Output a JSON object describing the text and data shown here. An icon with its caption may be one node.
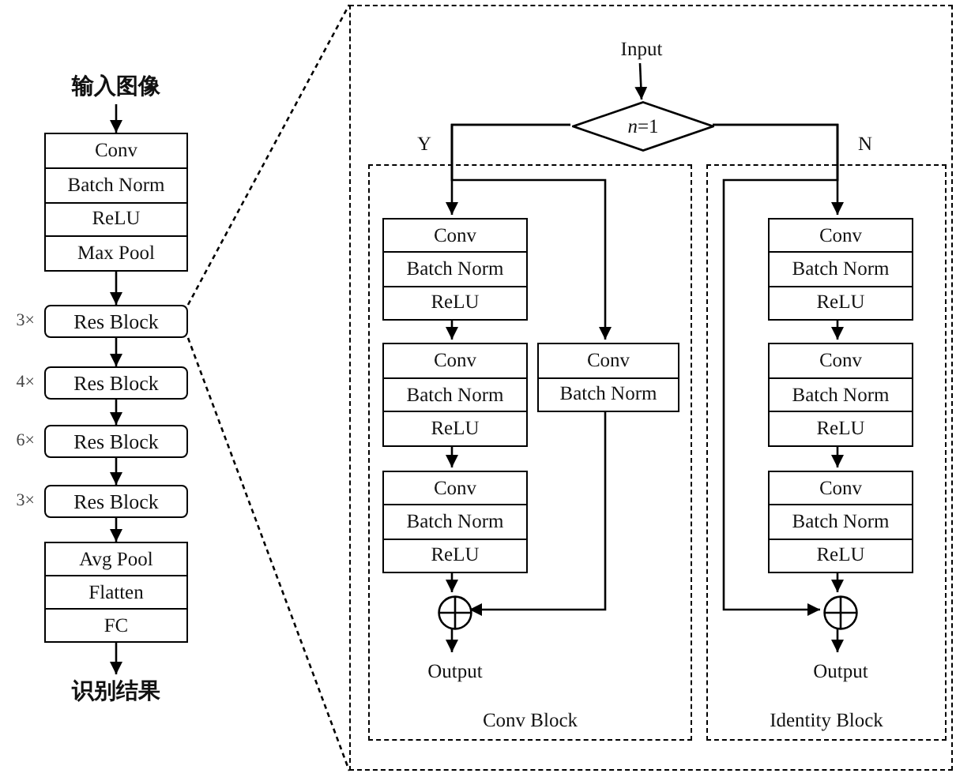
{
  "diagram": {
    "nodes": [
      {
        "text": [
          "输入图像"
        ]
      },
      {
        "text": [
          "Conv",
          "Batch Norm",
          "ReLU",
          "Max Pool"
        ]
      },
      {
        "text": [
          "Res Block"
        ],
        "beside": [
          "3×"
        ]
      },
      {
        "text": [
          "Res Block"
        ],
        "beside": [
          "4×"
        ]
      },
      {
        "text": [
          "Res Block"
        ],
        "beside": [
          "6×"
        ]
      },
      {
        "text": [
          "Res Block"
        ],
        "beside": [
          "3×"
        ]
      },
      {
        "text": [
          "Avg Pool",
          "Flatten",
          "FC"
        ]
      },
      {
        "text": [
          "识别结果"
        ]
      },
      {
        "text": [],
        "shape": "box"
      },
      {
        "text": [
          "Input"
        ],
        "in": 8
      },
      {
        "text": [
          "*n*=1"
        ],
        "in": 8
      },
      {
        "text": [
          "Conv Block"
        ],
        "in": 8
      },
      {
        "text": [
          "Conv",
          "Batch Norm",
          "ReLU"
        ],
        "in": 11
      },
      {
        "text": [
          "Conv",
          "Batch Norm",
          "ReLU"
        ],
        "in": 11
      },
      {
        "text": [
          "Conv",
          "Batch Norm",
          "ReLU"
        ],
        "in": 11
      },
      {
        "text": [
          "Conv",
          "Batch Norm"
        ],
        "in": 11
      },
      {
        "text": [],
        "shape": "circle",
        "in": 11
      },
      {
        "text": [
          "Output"
        ],
        "in": 11
      },
      {
        "text": [
          "Identity Block"
        ],
        "in": 8
      },
      {
        "text": [
          "Conv",
          "Batch Norm",
          "ReLU"
        ],
        "in": 18
      },
      {
        "text": [
          "Conv",
          "Batch Norm",
          "ReLU"
        ],
        "in": 18
      },
      {
        "text": [
          "Conv",
          "Batch Norm",
          "ReLU"
        ],
        "in": 18
      },
      {
        "text": [],
        "shape": "circle",
        "in": 18
      },
      {
        "text": [
          "Output"
        ],
        "in": 18
      }
    ],
    "edges": [
      {
        "from": 0,
        "to": 1,
        "arrow": "to"
      },
      {
        "from": 1,
        "to": 2,
        "arrow": "to"
      },
      {
        "from": 2,
        "to": 3,
        "arrow": "to"
      },
      {
        "from": 3,
        "to": 4,
        "arrow": "to"
      },
      {
        "from": 4,
        "to": 5,
        "arrow": "to"
      },
      {
        "from": 5,
        "to": 6,
        "arrow": "to"
      },
      {
        "from": 6,
        "to": 7,
        "arrow": "to"
      },
      {
        "from": 2,
        "to": 8,
        "arrow": "none",
        "style": "dashed"
      },
      {
        "from": 2,
        "to": 8,
        "arrow": "none",
        "style": "dashed"
      },
      {
        "from": 9,
        "to": 10,
        "arrow": "to"
      },
      {
        "from": 10,
        "to": 12,
        "arrow": "to",
        "label": "Y"
      },
      {
        "from": 10,
        "to": 15,
        "arrow": "to"
      },
      {
        "from": 10,
        "to": 19,
        "arrow": "to",
        "label": "N"
      },
      {
        "from": 10,
        "to": 22,
        "arrow": "to"
      },
      {
        "from": 12,
        "to": 13,
        "arrow": "to"
      },
      {
        "from": 13,
        "to": 14,
        "arrow": "to"
      },
      {
        "from": 14,
        "to": 16,
        "arrow": "to"
      },
      {
        "from": 15,
        "to": 16,
        "arrow": "to"
      },
      {
        "from": 16,
        "to": 17,
        "arrow": "to"
      },
      {
        "from": 19,
        "to": 20,
        "arrow": "to"
      },
      {
        "from": 20,
        "to": 21,
        "arrow": "to"
      },
      {
        "from": 21,
        "to": 22,
        "arrow": "to"
      },
      {
        "from": 22,
        "to": 23,
        "arrow": "to"
      }
    ]
  }
}
